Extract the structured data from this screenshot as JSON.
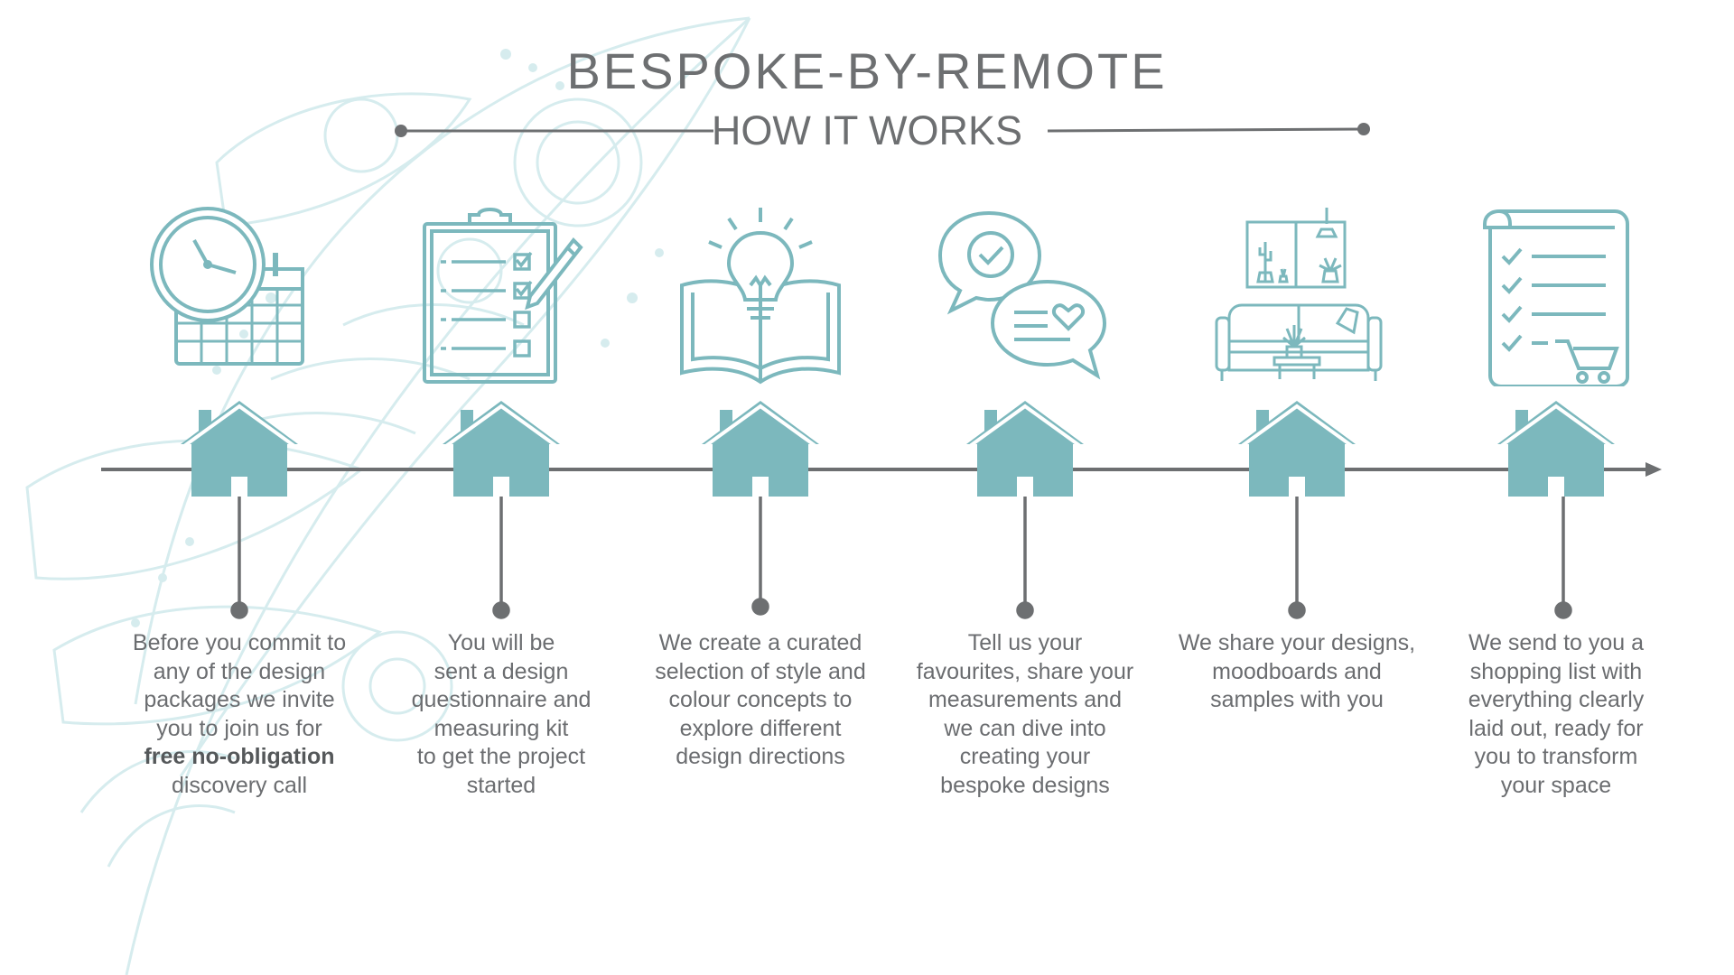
{
  "header": {
    "title": "BESPOKE-BY-REMOTE",
    "subtitle": "HOW IT WORKS"
  },
  "colors": {
    "teal": "#7cb8bd",
    "line": "#6d6f71",
    "text": "#6b6d70",
    "feather": "#d6ecee"
  },
  "steps": [
    {
      "icon": "clock-calendar-icon",
      "lines": [
        "Before you commit to",
        "any of the design",
        "packages we invite",
        "you to join us for"
      ],
      "bold": "free no-obligation",
      "tail": [
        "discovery call"
      ]
    },
    {
      "icon": "clipboard-checklist-icon",
      "lines": [
        "You will be",
        "sent a design",
        "questionnaire and",
        "measuring kit",
        "to get the project",
        "started"
      ]
    },
    {
      "icon": "lightbulb-book-icon",
      "lines": [
        "We create a curated",
        "selection of style and",
        "colour concepts to",
        "explore different",
        "design directions"
      ]
    },
    {
      "icon": "chat-bubbles-icon",
      "lines": [
        "Tell us your",
        "favourites, share your",
        "measurements and",
        "we can dive into",
        "creating your",
        "bespoke designs"
      ]
    },
    {
      "icon": "living-room-icon",
      "lines": [
        "We share your designs,",
        "moodboards and",
        "samples with you"
      ]
    },
    {
      "icon": "shopping-list-icon",
      "lines": [
        "We send to you  a",
        "shopping list with",
        "everything clearly",
        "laid out, ready for",
        "you to  transform",
        "your space"
      ]
    }
  ]
}
